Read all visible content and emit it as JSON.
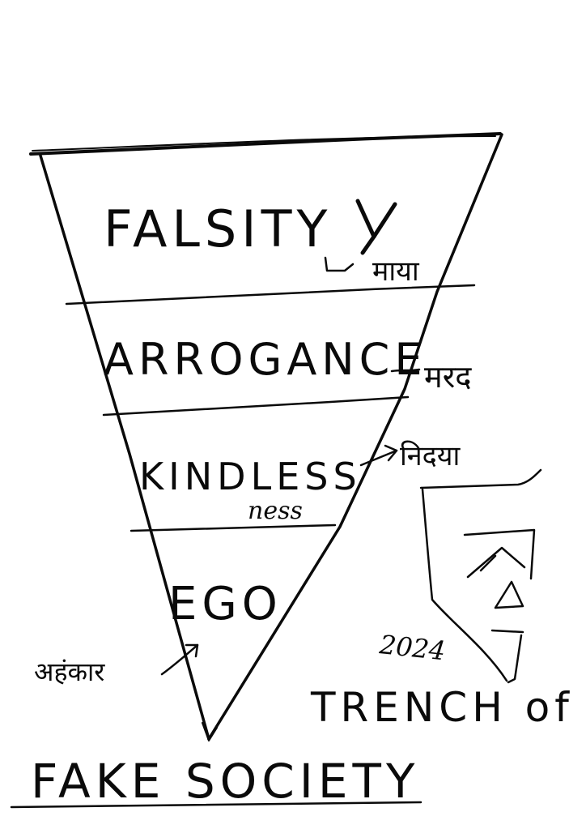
{
  "layers": [
    {
      "label": "FALSITY",
      "sublabel": "माया"
    },
    {
      "label": "ARROGANCE",
      "sublabel": "मरद"
    },
    {
      "label": "KINDLESS",
      "sublabel": "निदया",
      "annotation": "ness"
    },
    {
      "label": "EGO",
      "sublabel": "अहंकार"
    }
  ],
  "year": "2024",
  "caption_line1": "TRENCH of",
  "caption_line2": "FAKE SOCIETY",
  "ink_color": "#0a0a0a",
  "background_color": "#ffffff"
}
